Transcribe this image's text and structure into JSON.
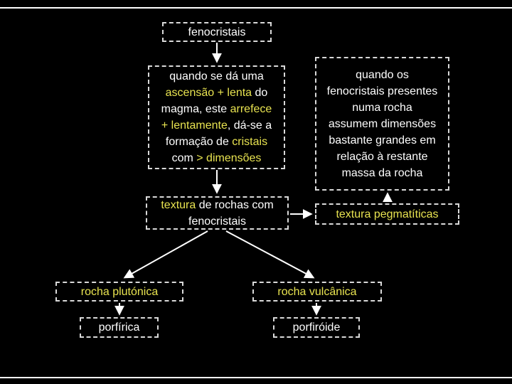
{
  "colors": {
    "background": "#000000",
    "text": "#ffffff",
    "highlight": "#e8e350",
    "border": "#d9d9d9",
    "arrow": "#ffffff"
  },
  "nodes": {
    "fenocristais": {
      "label": "fenocristais"
    },
    "process": {
      "l1": "quando se dá uma",
      "l2a": "ascensão + lenta",
      "l2b": " do",
      "l3a": "magma, este ",
      "l3b": "arrefece",
      "l4a": "+ lentamente",
      "l4b": ", dá-se a",
      "l5a": "formação de ",
      "l5b": "cristais",
      "l6a": "com ",
      "l6b": "> dimensões"
    },
    "pegmatitic_definition": {
      "text": "quando os fenocristais presentes numa rocha assumem dimensões bastante grandes em relação à restante massa da rocha"
    },
    "textura": {
      "highlight": "textura",
      "rest": " de rochas com fenocristais"
    },
    "pegmatiticas": {
      "label": "textura pegmatíticas"
    },
    "plutonica": {
      "label": "rocha plutónica"
    },
    "vulcanica": {
      "label": "rocha vulcânica"
    },
    "porfirica": {
      "label": "porfírica"
    },
    "porfiroide": {
      "label": "porfiróide"
    }
  }
}
